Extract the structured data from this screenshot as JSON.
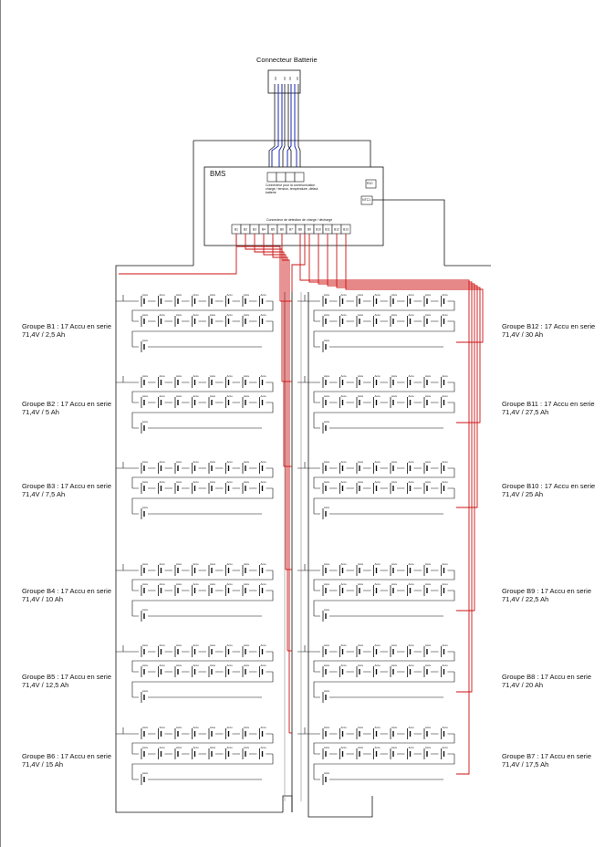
{
  "connector": {
    "title": "Connecteur Batterie"
  },
  "bms": {
    "title": "BMS",
    "comm_label": "Connecteur pour la communication",
    "comm_label2": "charge / tension, température, défaut",
    "comm_label3": "batterie",
    "balance_label": "Connecteur de détection de charge / décharge",
    "box_top": "R10",
    "box_mid": "NTC1",
    "pins": [
      "B1",
      "B2",
      "B3",
      "B4",
      "B5",
      "B6",
      "B7",
      "B8",
      "B9",
      "B10",
      "B11",
      "B12",
      "B13"
    ]
  },
  "cell_label": "Accu",
  "groups_left": [
    {
      "name": "Groupe B1",
      "desc": " : 17 Accu en serie",
      "spec": "71,4V / 2,5 Ah"
    },
    {
      "name": "Groupe B2",
      "desc": " : 17 Accu en serie",
      "spec": "71,4V / 5 Ah"
    },
    {
      "name": "Groupe B3",
      "desc": " : 17 Accu en serie",
      "spec": "71,4V / 7,5 Ah"
    },
    {
      "name": "Groupe B4",
      "desc": " : 17 Accu en serie",
      "spec": "71,4V / 10 Ah"
    },
    {
      "name": "Groupe B5",
      "desc": " : 17 Accu en serie",
      "spec": "71,4V / 12,5 Ah"
    },
    {
      "name": "Groupe B6",
      "desc": " : 17 Accu en serie",
      "spec": "71,4V / 15 Ah"
    }
  ],
  "groups_right": [
    {
      "name": "Groupe B12",
      "desc": " : 17 Accu en serie",
      "spec": "71,4V / 30 Ah"
    },
    {
      "name": "Groupe B11",
      "desc": " : 17 Accu en serie",
      "spec": "71,4V / 27,5 Ah"
    },
    {
      "name": "Groupe B10",
      "desc": " : 17 Accu en serie",
      "spec": "71,4V / 25 Ah"
    },
    {
      "name": "Groupe B9",
      "desc": " : 17 Accu en serie",
      "spec": "71,4V / 22,5 Ah"
    },
    {
      "name": "Groupe B8",
      "desc": " : 17 Accu en serie",
      "spec": "71,4V / 20 Ah"
    },
    {
      "name": "Groupe B7",
      "desc": " : 17 Accu en serie",
      "spec": "71,4V / 17,5 Ah"
    }
  ],
  "colors": {
    "wire": "#111111",
    "balance": "#cc1111",
    "comm": "#1a2bb8",
    "ground": "#9a9a9a"
  }
}
